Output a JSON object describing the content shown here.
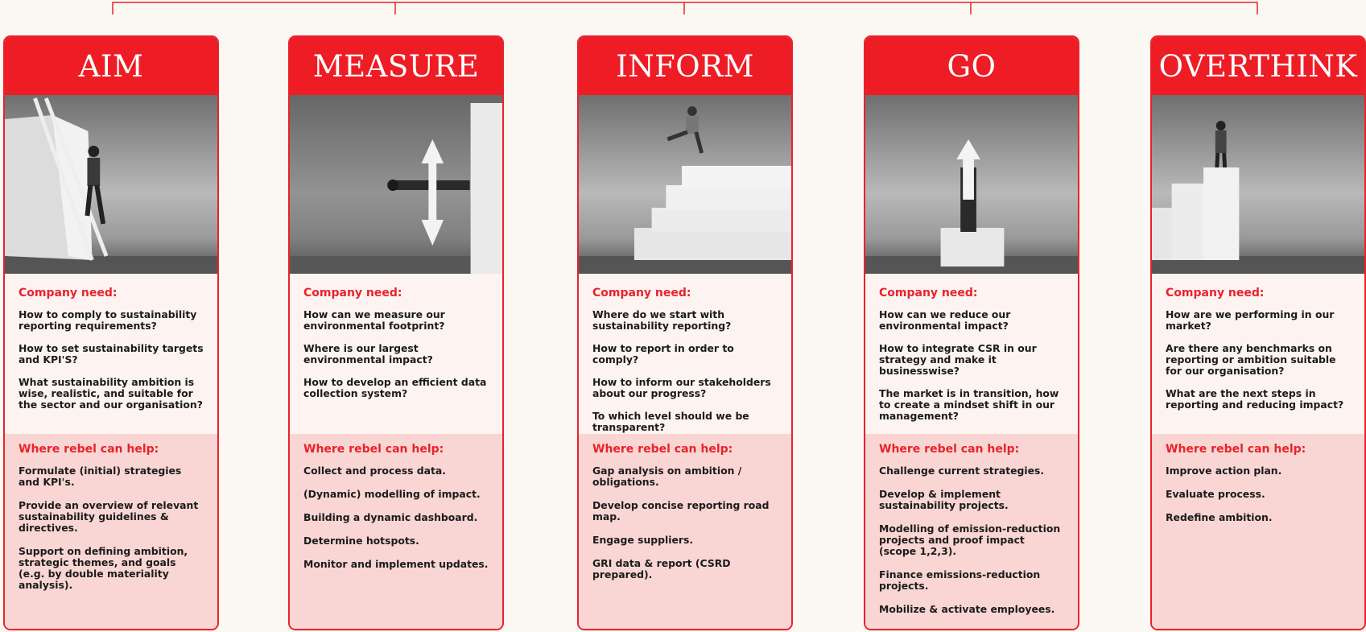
{
  "colors": {
    "accent": "#e8232b",
    "header_bg": "#ee1c25",
    "need_bg": "#fdf3f1",
    "help_bg": "#f9d6d3",
    "page_bg": "#fbf8f4"
  },
  "cards": [
    {
      "title": "AIM",
      "image": "person-climbing-ladder",
      "need_title": "Company need:",
      "needs": [
        "How to comply to sustainability reporting requirements?",
        "How to set sustainability targets and KPI'S?",
        "What sustainability ambition is wise, realistic, and suitable for the sector and our organisation?"
      ],
      "help_title": "Where rebel can help:",
      "helps": [
        "Formulate (initial) strategies and KPI's.",
        "Provide an overview of relevant sustainability guidelines & directives.",
        "Support on defining ambition, strategic themes, and goals (e.g. by double materiality analysis)."
      ]
    },
    {
      "title": "MEASURE",
      "image": "person-lying-measured-by-arrow",
      "need_title": "Company need:",
      "needs": [
        "How can we measure our environmental footprint?",
        "Where is our largest environmental impact?",
        "How to develop an efficient data collection system?"
      ],
      "help_title": "Where rebel can help:",
      "helps": [
        "Collect and process data.",
        "(Dynamic) modelling of impact.",
        "Building a dynamic dashboard.",
        "Determine hotspots.",
        "Monitor and implement updates."
      ]
    },
    {
      "title": "INFORM",
      "image": "person-jumping-up-stairs",
      "need_title": "Company need:",
      "needs": [
        "Where do we start with sustainability reporting?",
        "How to report in order to comply?",
        "How to inform our stakeholders about our progress?",
        "To which level should we be transparent?"
      ],
      "help_title": "Where rebel can help:",
      "helps": [
        "Gap analysis on ambition / obligations.",
        "Develop concise reporting road map.",
        "Engage suppliers.",
        "GRI data & report (CSRD prepared)."
      ]
    },
    {
      "title": "GO",
      "image": "person-holding-up-arrow",
      "need_title": "Company need:",
      "needs": [
        "How can we reduce our environmental impact?",
        "How to integrate CSR in our strategy and make it businesswise?",
        "The market is in transition, how to create a mindset shift in our management?"
      ],
      "help_title": "Where rebel can help:",
      "helps": [
        "Challenge current strategies.",
        "Develop & implement sustainability projects.",
        "Modelling of emission-reduction projects and proof impact (scope 1,2,3).",
        "Finance emissions-reduction projects.",
        "Mobilize & activate employees."
      ]
    },
    {
      "title": "OVERTHINK",
      "image": "person-on-top-of-stairs",
      "need_title": "Company need:",
      "needs": [
        "How are we performing in our market?",
        "Are there any benchmarks on reporting or ambition suitable for our organisation?",
        "What are the next steps in reporting and reducing impact?"
      ],
      "help_title": "Where rebel can help:",
      "helps": [
        "Improve action plan.",
        "Evaluate process.",
        "Redefine ambition."
      ]
    }
  ]
}
